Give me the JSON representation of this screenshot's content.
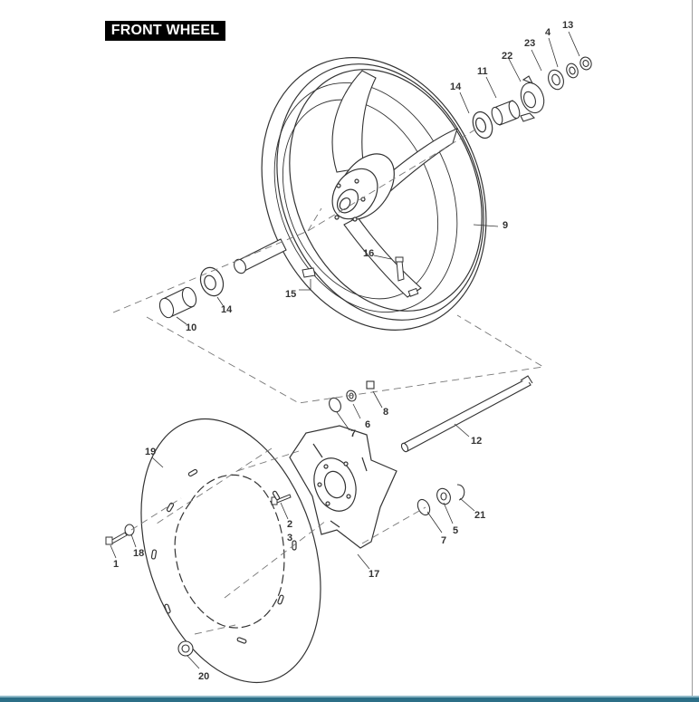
{
  "title": "FRONT WHEEL",
  "colors": {
    "line": "#333333",
    "dash": "#777777",
    "footer": "#2c6f87"
  },
  "callouts": [
    {
      "id": "c13",
      "label": "13"
    },
    {
      "id": "c4",
      "label": "4"
    },
    {
      "id": "c23",
      "label": "23"
    },
    {
      "id": "c22",
      "label": "22"
    },
    {
      "id": "c11",
      "label": "11"
    },
    {
      "id": "c14a",
      "label": "14"
    },
    {
      "id": "c9",
      "label": "9"
    },
    {
      "id": "c16",
      "label": "16"
    },
    {
      "id": "c15",
      "label": "15"
    },
    {
      "id": "c14b",
      "label": "14"
    },
    {
      "id": "c10",
      "label": "10"
    },
    {
      "id": "c8",
      "label": "8"
    },
    {
      "id": "c6",
      "label": "6"
    },
    {
      "id": "c7a",
      "label": "7"
    },
    {
      "id": "c12",
      "label": "12"
    },
    {
      "id": "c19",
      "label": "19"
    },
    {
      "id": "c2",
      "label": "2"
    },
    {
      "id": "c3",
      "label": "3"
    },
    {
      "id": "c21",
      "label": "21"
    },
    {
      "id": "c5",
      "label": "5"
    },
    {
      "id": "c7b",
      "label": "7"
    },
    {
      "id": "c18",
      "label": "18"
    },
    {
      "id": "c1",
      "label": "1"
    },
    {
      "id": "c17",
      "label": "17"
    },
    {
      "id": "c20",
      "label": "20"
    }
  ]
}
